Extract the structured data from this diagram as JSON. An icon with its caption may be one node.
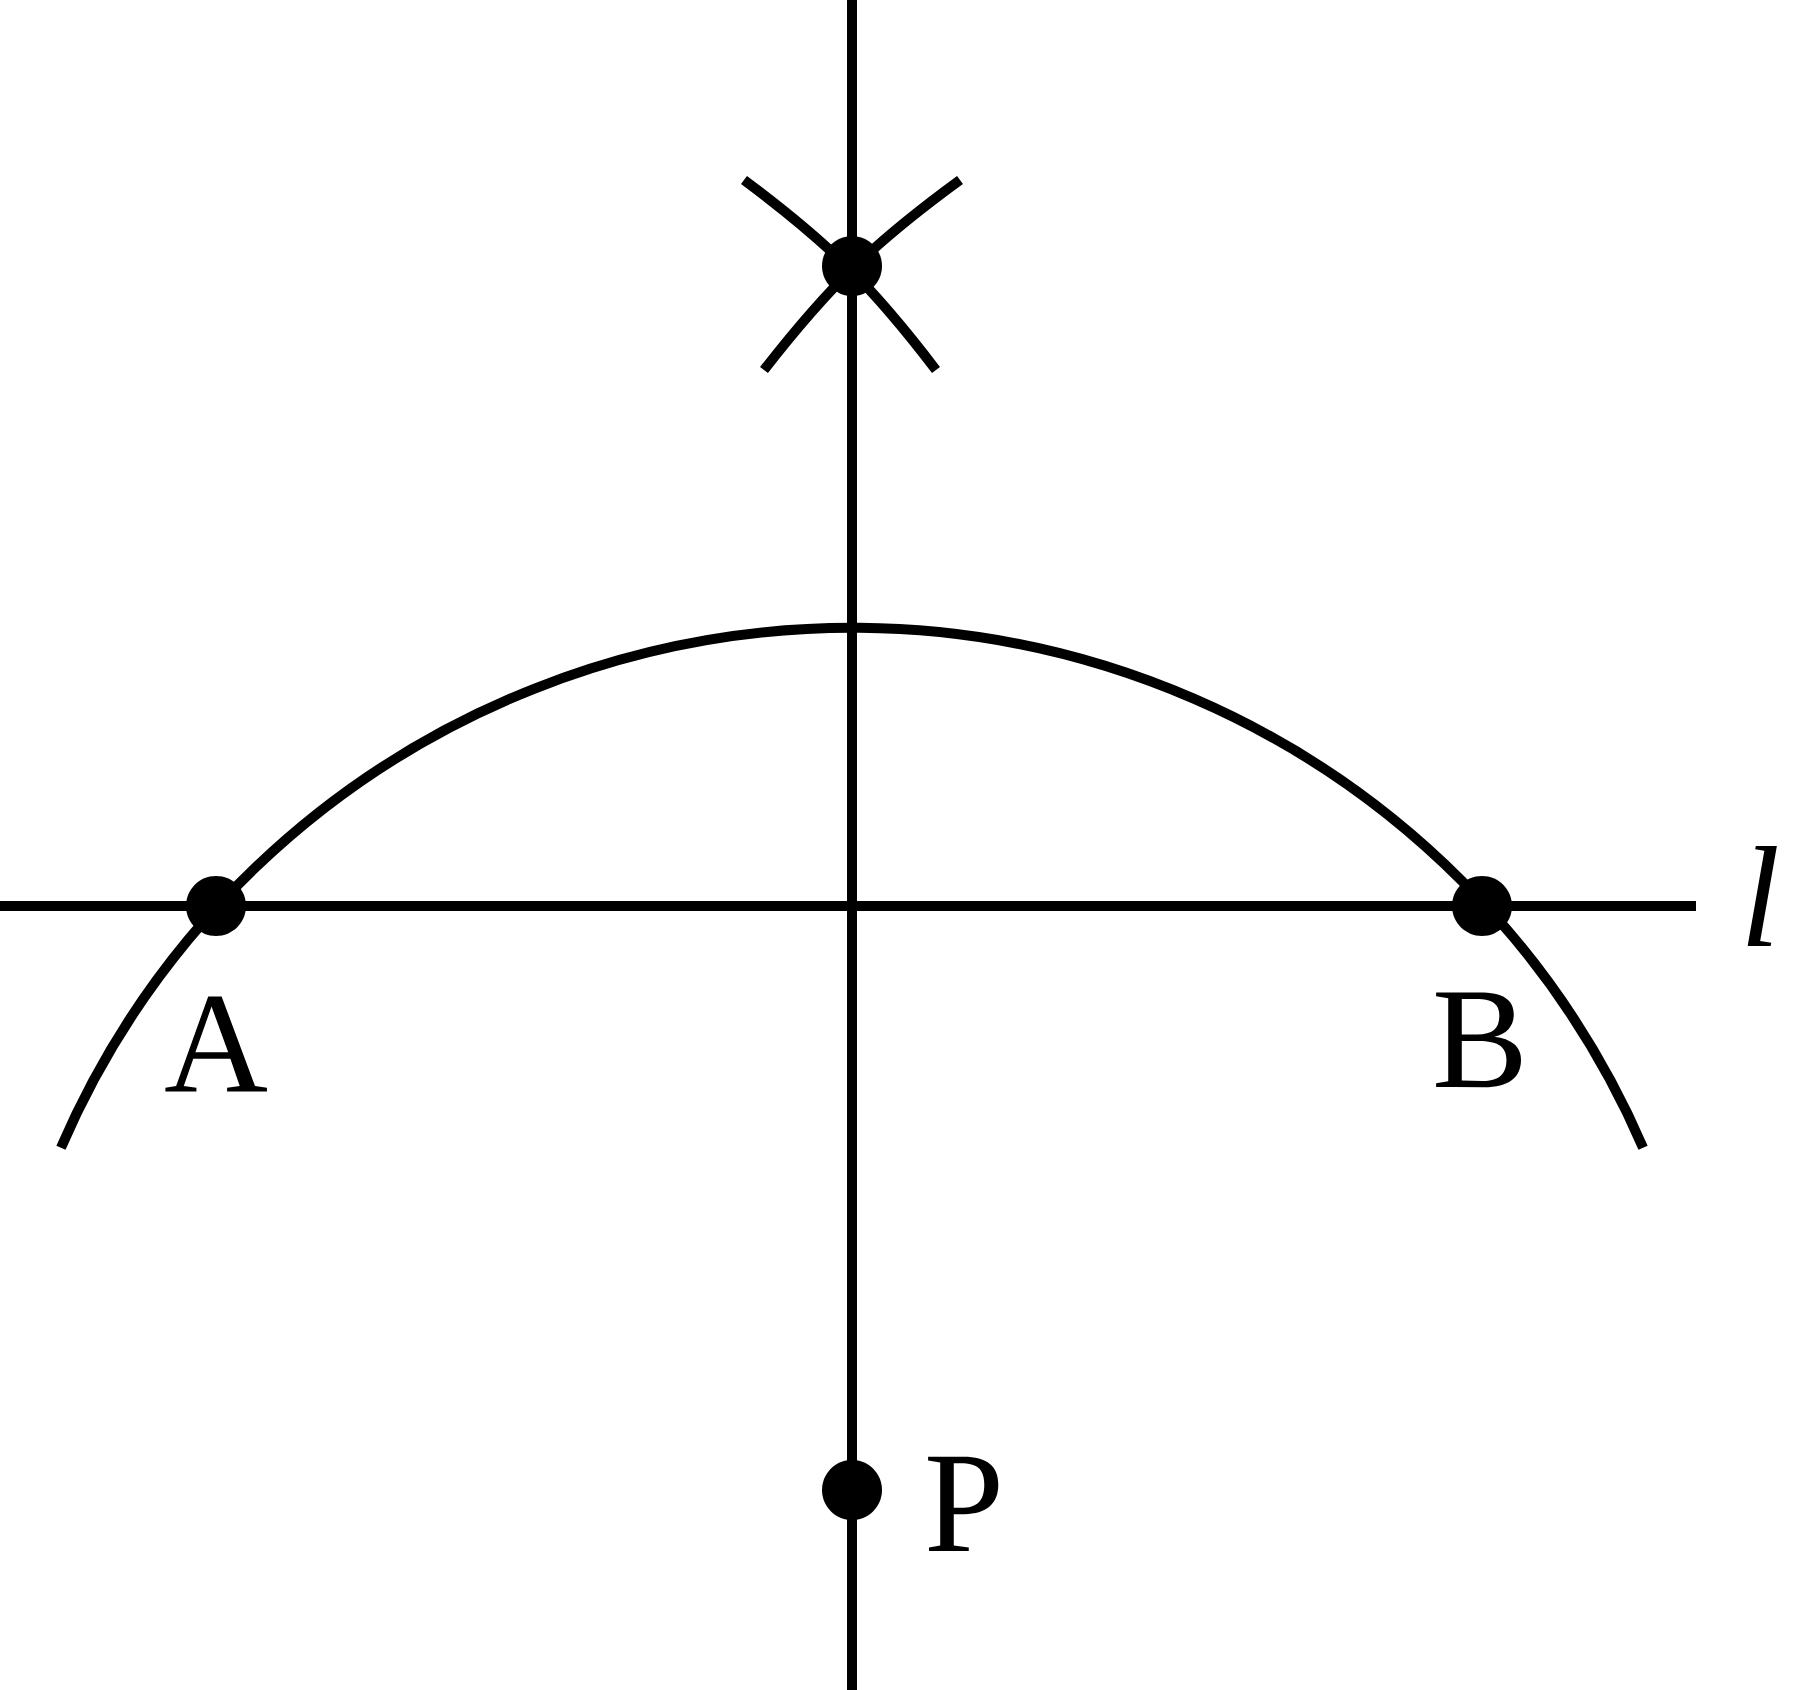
{
  "diagram": {
    "labels": [
      "l",
      "A",
      "B",
      "P"
    ]
  }
}
